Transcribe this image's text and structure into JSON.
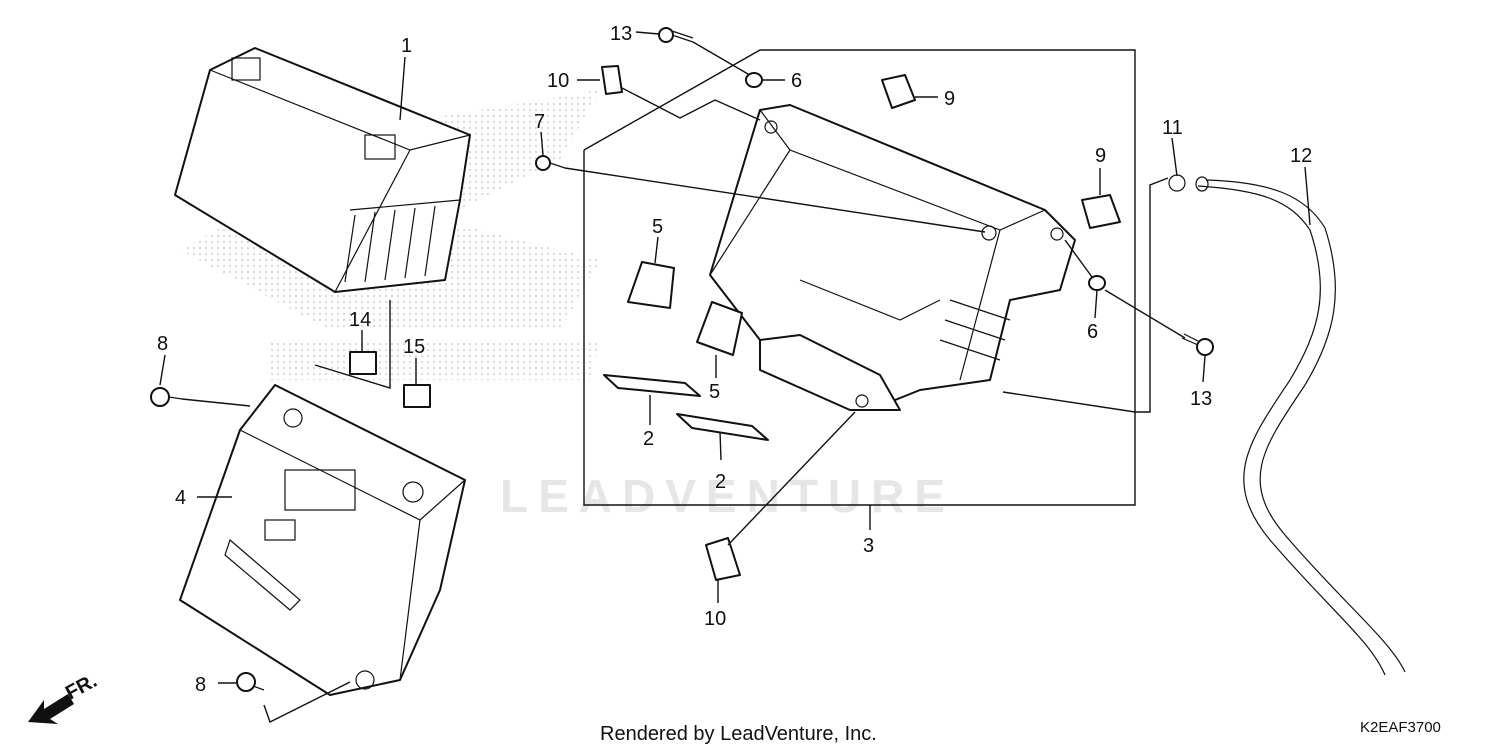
{
  "callouts": {
    "c1": "1",
    "c2a": "2",
    "c2b": "2",
    "c3": "3",
    "c4": "4",
    "c5a": "5",
    "c5b": "5",
    "c6a": "6",
    "c6b": "6",
    "c7": "7",
    "c8a": "8",
    "c8b": "8",
    "c9a": "9",
    "c9b": "9",
    "c10a": "10",
    "c10b": "10",
    "c11": "11",
    "c12": "12",
    "c13a": "13",
    "c13b": "13",
    "c14": "14",
    "c15": "15"
  },
  "direction_label": "FR.",
  "watermark": "LEADVENTURE",
  "footer": {
    "rendered_by": "Rendered by LeadVenture, Inc.",
    "diagram_code": "K2EAF3700"
  }
}
